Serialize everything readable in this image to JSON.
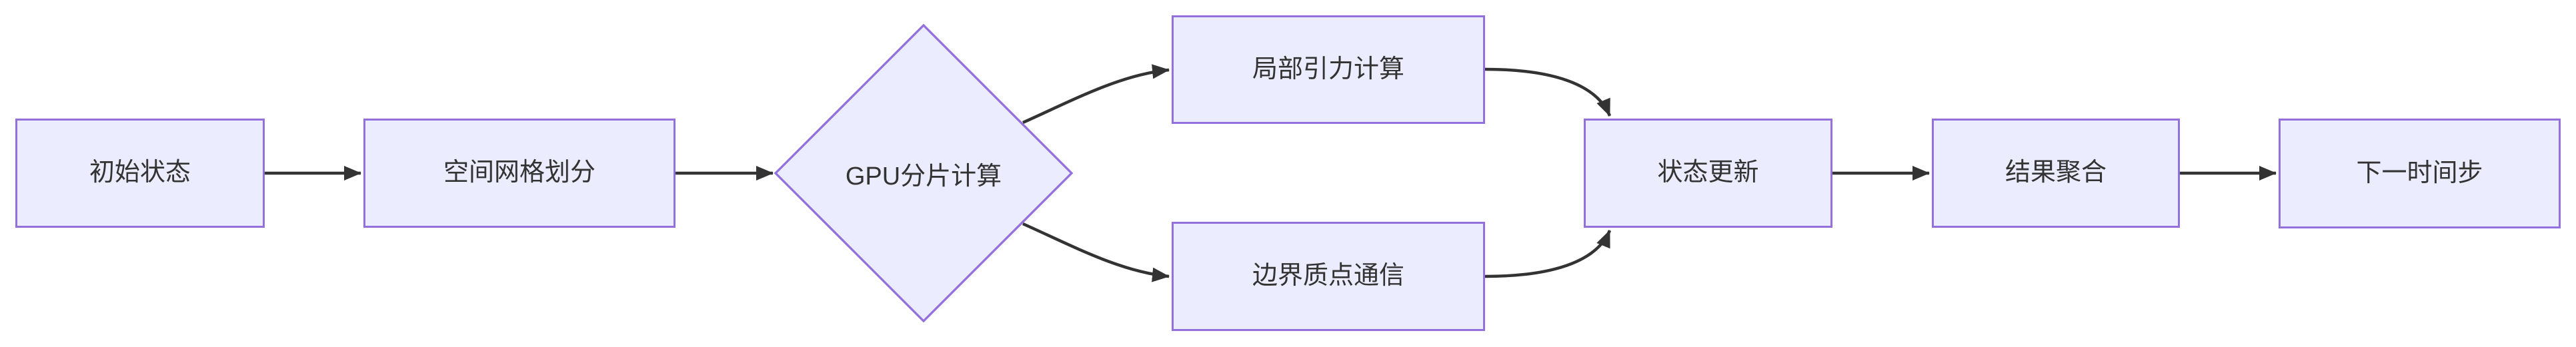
{
  "diagram": {
    "type": "flowchart",
    "direction": "left-to-right",
    "colors": {
      "background": "#ffffff",
      "node_fill": "#ECECFF",
      "node_border": "#9370DB",
      "edge_line": "#333333",
      "text": "#333333"
    },
    "nodes": [
      {
        "id": "initial-state",
        "label": "初始状态",
        "shape": "rect"
      },
      {
        "id": "grid-partition",
        "label": "空间网格划分",
        "shape": "rect"
      },
      {
        "id": "gpu-shard",
        "label": "GPU分片计算",
        "shape": "diamond"
      },
      {
        "id": "local-gravity",
        "label": "局部引力计算",
        "shape": "rect"
      },
      {
        "id": "boundary-comm",
        "label": "边界质点通信",
        "shape": "rect"
      },
      {
        "id": "state-update",
        "label": "状态更新",
        "shape": "rect"
      },
      {
        "id": "result-aggregate",
        "label": "结果聚合",
        "shape": "rect"
      },
      {
        "id": "next-timestep",
        "label": "下一时间步",
        "shape": "rect"
      }
    ],
    "edges": [
      {
        "from": "initial-state",
        "to": "grid-partition"
      },
      {
        "from": "grid-partition",
        "to": "gpu-shard"
      },
      {
        "from": "gpu-shard",
        "to": "local-gravity"
      },
      {
        "from": "gpu-shard",
        "to": "boundary-comm"
      },
      {
        "from": "local-gravity",
        "to": "state-update"
      },
      {
        "from": "boundary-comm",
        "to": "state-update"
      },
      {
        "from": "state-update",
        "to": "result-aggregate"
      },
      {
        "from": "result-aggregate",
        "to": "next-timestep"
      }
    ]
  }
}
